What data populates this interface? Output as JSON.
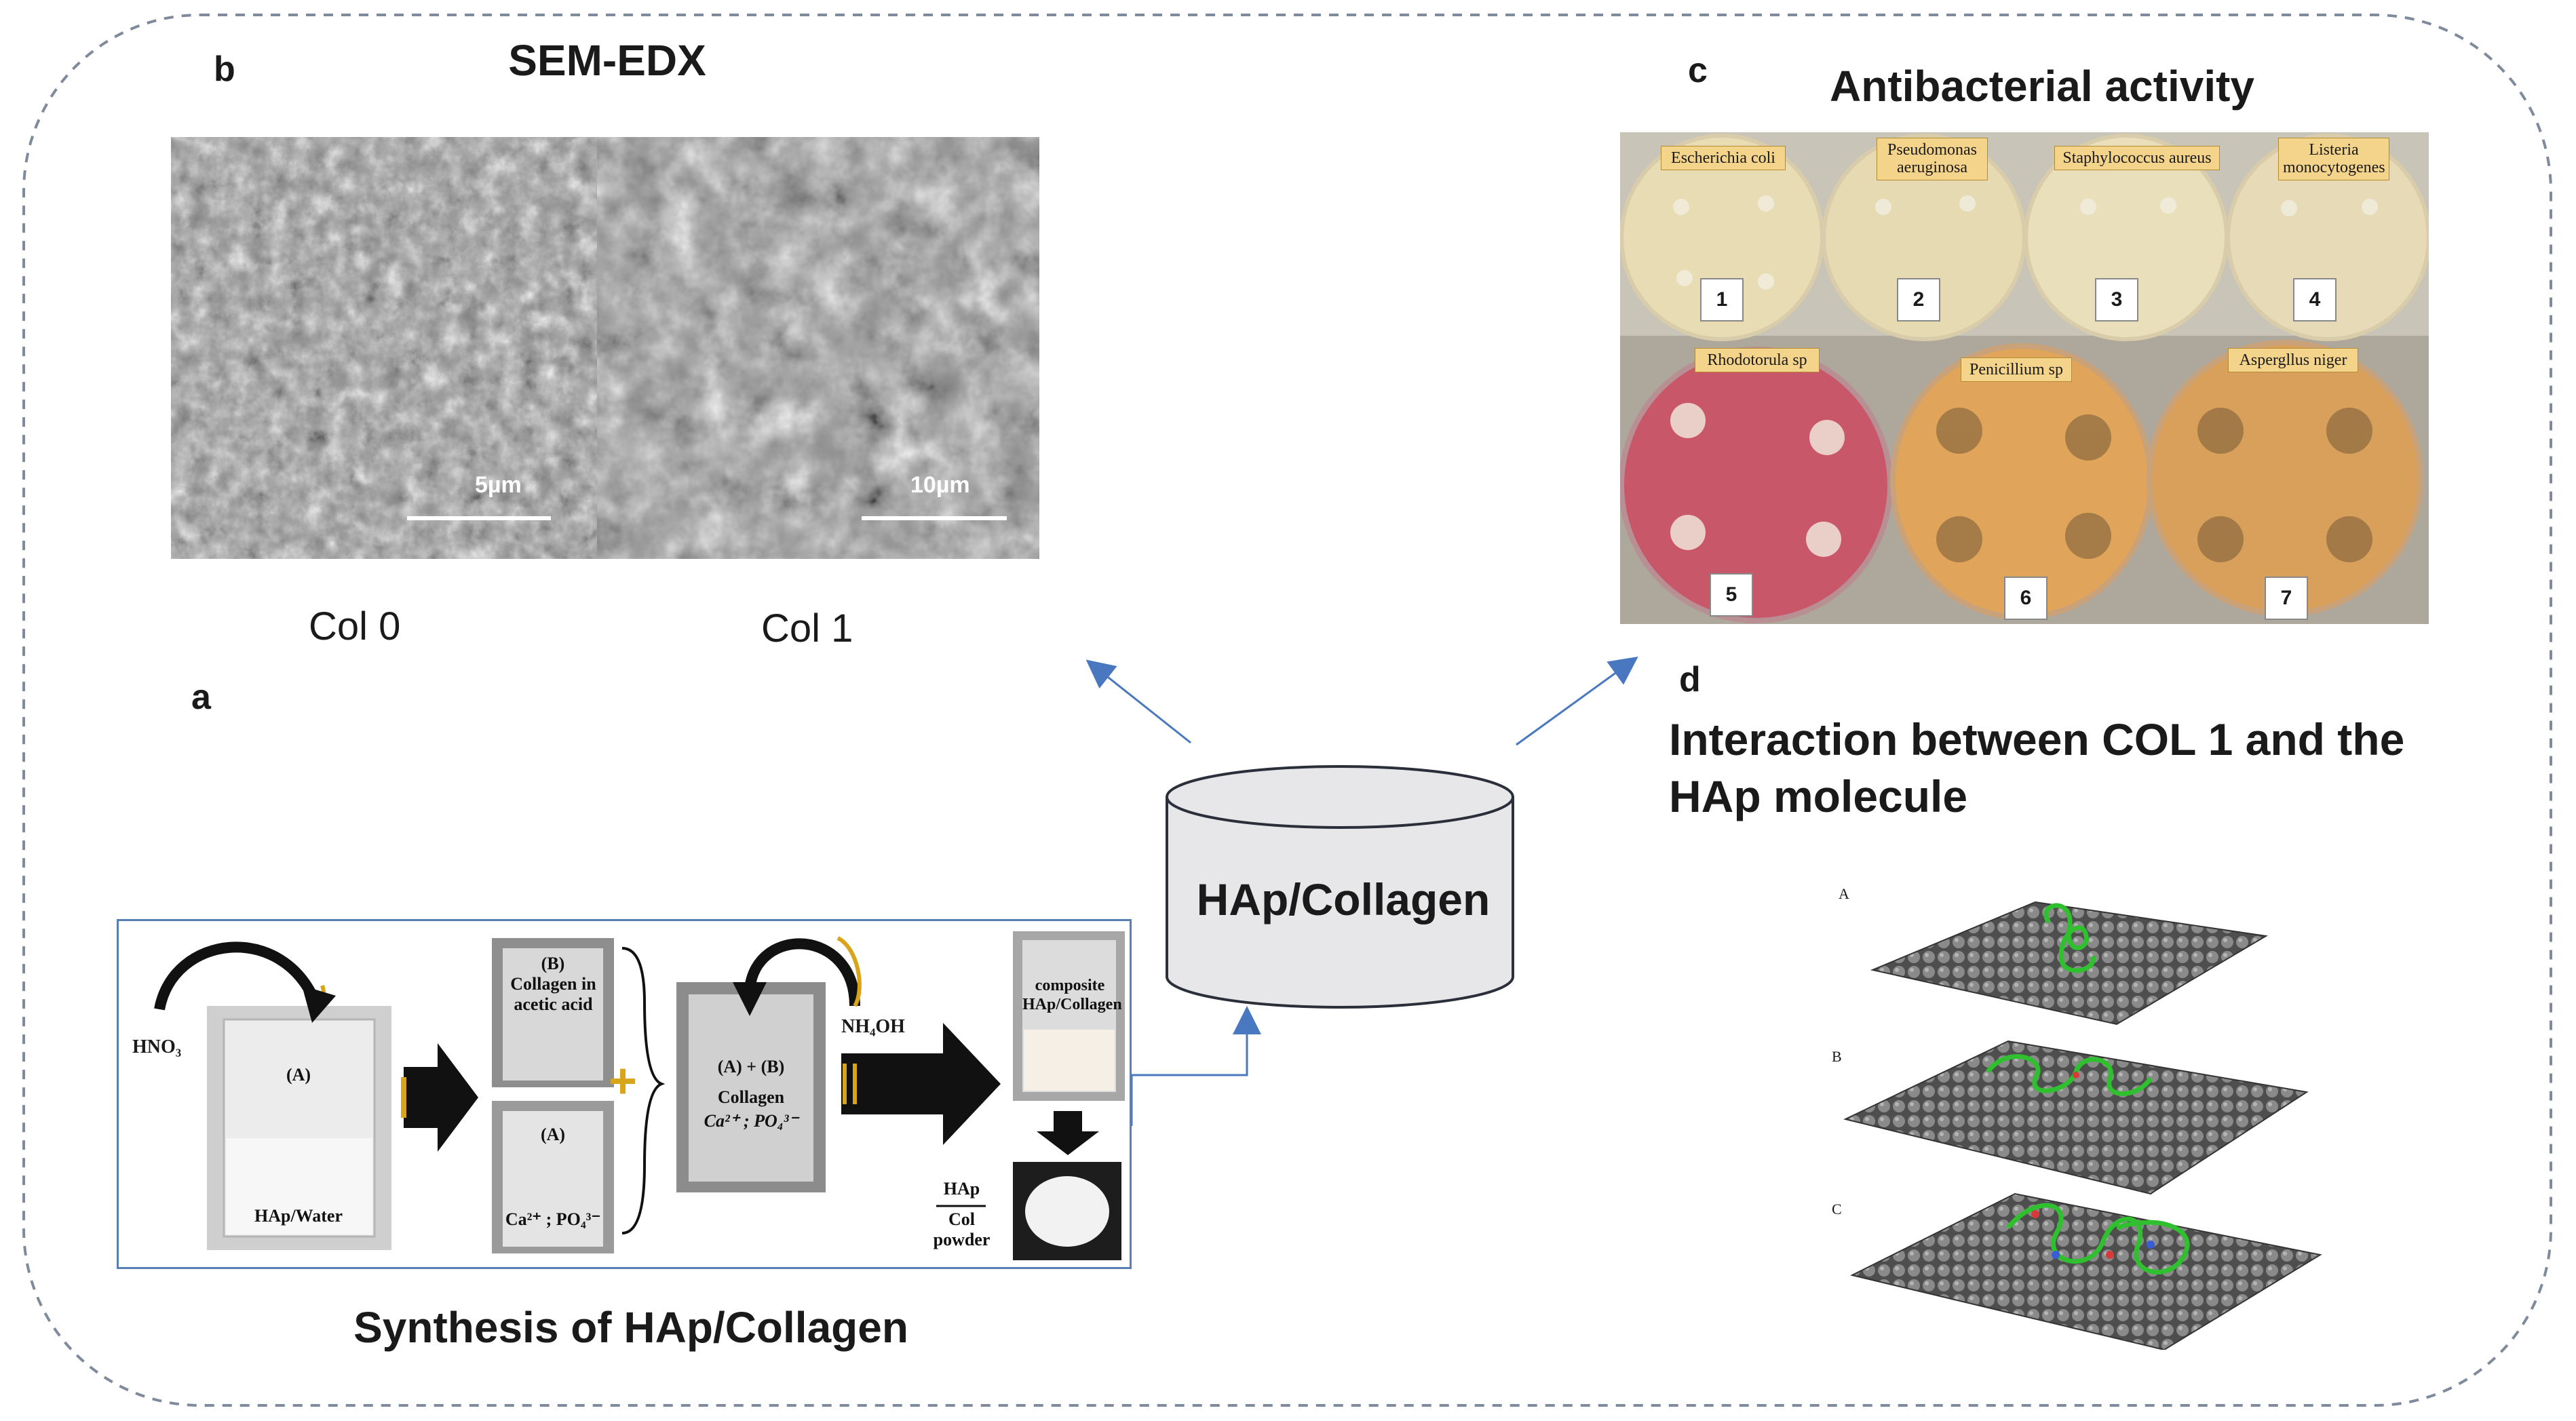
{
  "panels": {
    "b": {
      "letter": "b",
      "title": "SEM-EDX",
      "images": [
        {
          "caption": "Col 0",
          "scale": "5µm"
        },
        {
          "caption": "Col 1",
          "scale": "10µm"
        }
      ]
    },
    "c": {
      "letter": "c",
      "title": "Antibacterial activity",
      "plates": [
        {
          "number": "1",
          "label": "Escherichia coli"
        },
        {
          "number": "2",
          "label": "Pseudomonas aeruginosa"
        },
        {
          "number": "3",
          "label": "Staphylococcus aureus"
        },
        {
          "number": "4",
          "label": "Listeria monocytogenes"
        },
        {
          "number": "5",
          "label": "Rhodotorula sp"
        },
        {
          "number": "6",
          "label": "Penicillium sp"
        },
        {
          "number": "7",
          "label": "Aspergllus niger"
        }
      ]
    },
    "a": {
      "letter": "a",
      "caption": "Synthesis of HAp/Collagen",
      "reagents": {
        "hno3": "HNO₃",
        "nh4oh": "NH₄OH"
      },
      "beaker_a_mark": "(A)",
      "beaker_a_label": "HAp/Water",
      "beaker_b_mark": "(B)",
      "beaker_b_label": "Collagen in acetic acid",
      "beaker_a2_mark": "(A)",
      "beaker_a2_label": "Ca²⁺ ; PO₄³⁻",
      "mix_mark": "(A) + (B)",
      "mix_label": "Collagen",
      "mix_ions": "Ca²⁺ ; PO₄³⁻",
      "plus": "+",
      "composite_label": "composite HAp/Collagen",
      "powder_top": "HAp",
      "powder_mid": "Col",
      "powder_bottom": "powder"
    },
    "d": {
      "letter": "d",
      "title_line1": "Interaction between COL 1 and the",
      "title_line2": "HAp molecule",
      "layers": [
        "A",
        "B",
        "C"
      ]
    }
  },
  "center": {
    "label": "HAp/Collagen"
  },
  "colors": {
    "border": "#7f8a9c",
    "arrow": "#4a78c0",
    "cylinder_fill": "#e7e7ea",
    "synthesis_frame": "#5a7fb3",
    "collagen_green": "#2fbf2f",
    "hap_gray": "#5e5e5e"
  }
}
